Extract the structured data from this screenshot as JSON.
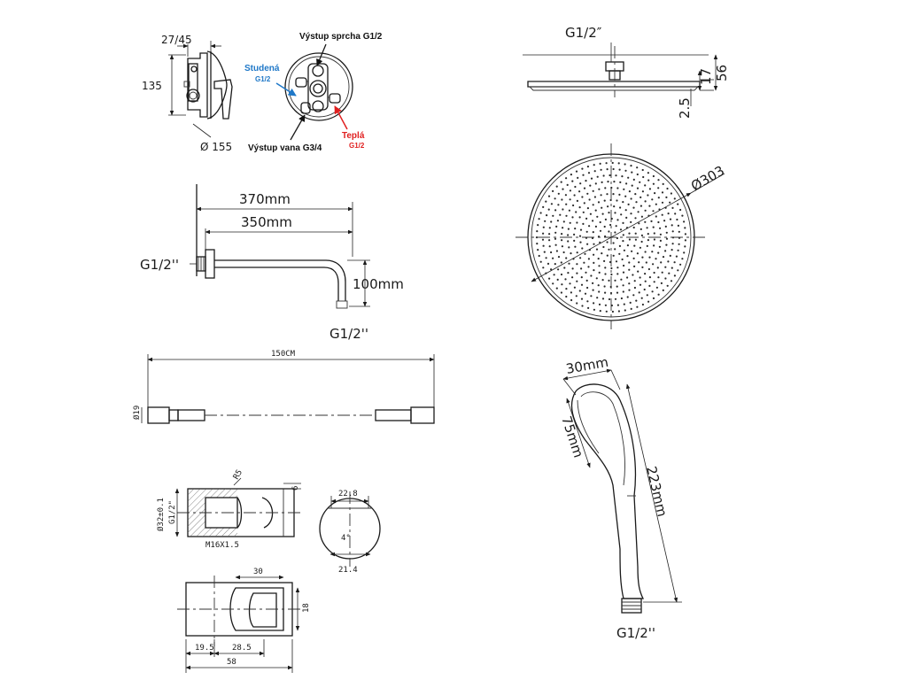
{
  "valve": {
    "depth": "27/45",
    "height": "135",
    "diameter": "Ø  155",
    "outlet_shower": "Výstup sprcha G1/2",
    "outlet_bath": "Výstup vana G3/4",
    "cold": "Studená",
    "cold_thread": "G1/2",
    "hot": "Teplá",
    "hot_thread": "G1/2",
    "colors": {
      "cold": "#1f78c8",
      "hot": "#e02020"
    }
  },
  "arm": {
    "length_total": "370mm",
    "length_inner": "350mm",
    "drop": "100mm",
    "wall_thread": "G1/2''",
    "end_thread": "G1/2''"
  },
  "head": {
    "thread": "G1/2″",
    "height_total": "56",
    "height_body": "17",
    "plate": "2.5",
    "diameter": "Ø303"
  },
  "hose": {
    "length": "150CM",
    "end_label": "Ø19"
  },
  "holder": {
    "outer_dia": "Ø32±0.1",
    "thread": "G1/2\"",
    "bolt": "M16X1.5",
    "r": "R5",
    "depth": "6",
    "disc_top": "22.8",
    "disc_angle": "4°",
    "disc_bottom": "21.4",
    "width": "30",
    "height": "18",
    "left_offset": "19.5",
    "mid_offset": "28.5",
    "total": "58"
  },
  "handshower": {
    "face_width": "30mm",
    "face_length": "75mm",
    "length": "223mm",
    "thread": "G1/2''"
  }
}
